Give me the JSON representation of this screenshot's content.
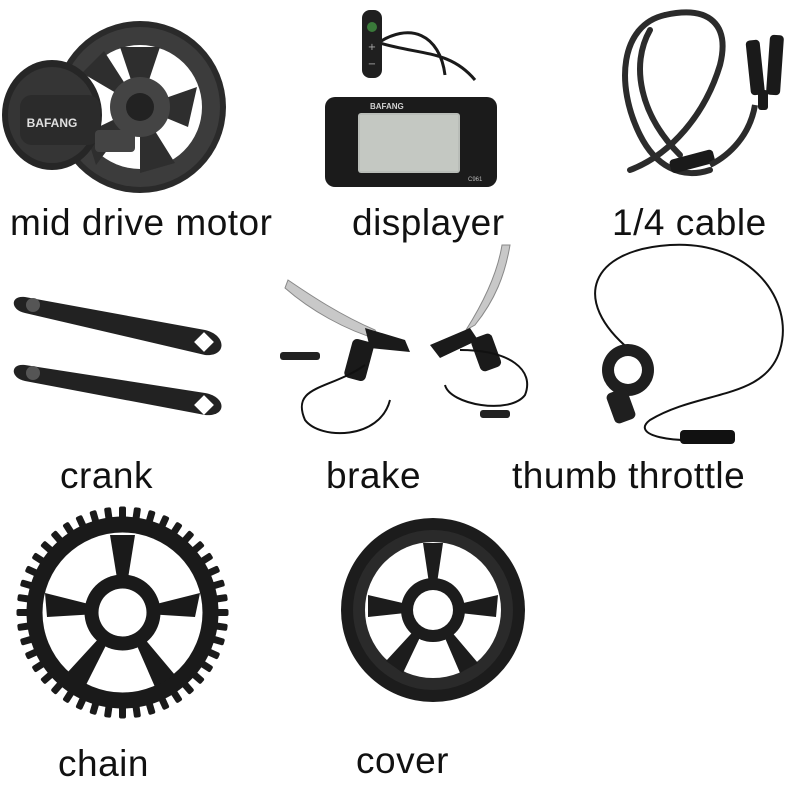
{
  "parts": [
    {
      "label": "mid drive motor",
      "brand": "BAFANG"
    },
    {
      "label": "displayer",
      "brand": "BAFANG",
      "model": "C961"
    },
    {
      "label": "1/4 cable"
    },
    {
      "label": "crank"
    },
    {
      "label": "brake"
    },
    {
      "label": "thumb throttle"
    },
    {
      "label": "chain"
    },
    {
      "label": "cover"
    }
  ],
  "colors": {
    "background": "#ffffff",
    "label": "#111111",
    "metal_dark": "#1a1a1a",
    "metal_mid": "#3a3a3a",
    "silver": "#c8c8c8",
    "lcd": "#b9bdb8"
  }
}
